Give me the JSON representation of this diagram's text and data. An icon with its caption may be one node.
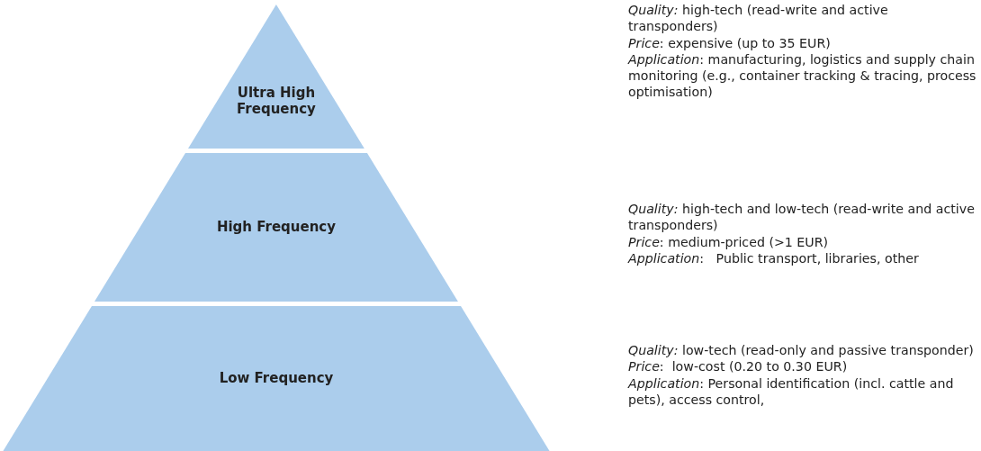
{
  "diagram": {
    "nodes": [
      {
        "text": [
          "Ultra High Frequency"
        ],
        "beside": [
          "*Quality:* high-tech (read-write and active transponders)",
          "*Price*: expensive (up to 35 EUR)",
          "*Application*: manufacturing, logistics and supply chain monitoring (e.g., container tracking & tracing, process optimisation)"
        ]
      },
      {
        "text": [
          "High Frequency"
        ],
        "beside": [
          "*Quality:* high-tech and low-tech (read-write and active transponders)",
          "*Price*: medium-priced (>1 EUR)",
          "*Application*:   Public transport, libraries, other"
        ]
      },
      {
        "text": [
          "Low Frequency"
        ],
        "beside": [
          "*Quality:* low-tech (read-only and passive transponder)",
          "*Price*:  low-cost (0.20 to 0.30 EUR)",
          "*Application*: Personal identification (incl. cattle and pets), access control,"
        ]
      }
    ]
  }
}
